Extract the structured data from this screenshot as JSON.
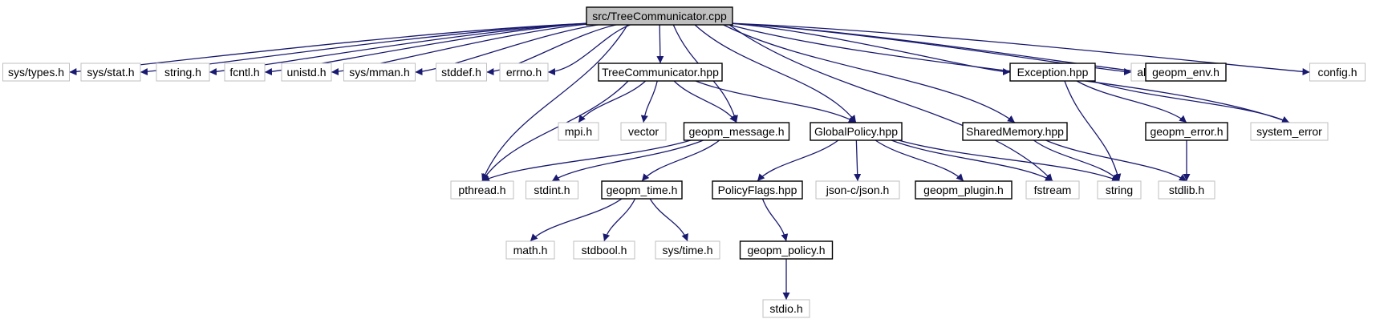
{
  "nodes": {
    "root": {
      "label": "src/TreeCommunicator.cpp",
      "style": "root"
    },
    "sys_types": {
      "label": "sys/types.h",
      "style": "external"
    },
    "sys_stat": {
      "label": "sys/stat.h",
      "style": "external"
    },
    "string_h": {
      "label": "string.h",
      "style": "external"
    },
    "fcntl": {
      "label": "fcntl.h",
      "style": "external"
    },
    "unistd": {
      "label": "unistd.h",
      "style": "external"
    },
    "sys_mman": {
      "label": "sys/mman.h",
      "style": "external"
    },
    "stddef": {
      "label": "stddef.h",
      "style": "external"
    },
    "errno": {
      "label": "errno.h",
      "style": "external"
    },
    "tree_hpp": {
      "label": "TreeCommunicator.hpp",
      "style": "project"
    },
    "exception_hpp": {
      "label": "Exception.hpp",
      "style": "project"
    },
    "algorithm": {
      "label": "algorithm",
      "style": "external"
    },
    "geopm_env": {
      "label": "geopm_env.h",
      "style": "project"
    },
    "config": {
      "label": "config.h",
      "style": "external"
    },
    "mpi": {
      "label": "mpi.h",
      "style": "external"
    },
    "vector": {
      "label": "vector",
      "style": "external"
    },
    "geopm_message": {
      "label": "geopm_message.h",
      "style": "project"
    },
    "global_policy": {
      "label": "GlobalPolicy.hpp",
      "style": "project"
    },
    "shared_memory": {
      "label": "SharedMemory.hpp",
      "style": "project"
    },
    "geopm_error": {
      "label": "geopm_error.h",
      "style": "project"
    },
    "system_error": {
      "label": "system_error",
      "style": "external"
    },
    "pthread": {
      "label": "pthread.h",
      "style": "external"
    },
    "stdint": {
      "label": "stdint.h",
      "style": "external"
    },
    "geopm_time": {
      "label": "geopm_time.h",
      "style": "project"
    },
    "policy_flags": {
      "label": "PolicyFlags.hpp",
      "style": "project"
    },
    "json": {
      "label": "json-c/json.h",
      "style": "external"
    },
    "geopm_plugin": {
      "label": "geopm_plugin.h",
      "style": "project"
    },
    "fstream": {
      "label": "fstream",
      "style": "external"
    },
    "string": {
      "label": "string",
      "style": "external"
    },
    "stdlib": {
      "label": "stdlib.h",
      "style": "external"
    },
    "math": {
      "label": "math.h",
      "style": "external"
    },
    "stdbool": {
      "label": "stdbool.h",
      "style": "external"
    },
    "sys_time": {
      "label": "sys/time.h",
      "style": "external"
    },
    "geopm_policy": {
      "label": "geopm_policy.h",
      "style": "project"
    },
    "stdio": {
      "label": "stdio.h",
      "style": "external"
    }
  },
  "edges": [
    {
      "from": "root",
      "to": "sys_types"
    },
    {
      "from": "root",
      "to": "sys_stat"
    },
    {
      "from": "root",
      "to": "string_h"
    },
    {
      "from": "root",
      "to": "fcntl"
    },
    {
      "from": "root",
      "to": "unistd"
    },
    {
      "from": "root",
      "to": "sys_mman"
    },
    {
      "from": "root",
      "to": "stddef"
    },
    {
      "from": "root",
      "to": "errno"
    },
    {
      "from": "root",
      "to": "tree_hpp"
    },
    {
      "from": "root",
      "to": "pthread"
    },
    {
      "from": "root",
      "to": "geopm_message"
    },
    {
      "from": "root",
      "to": "global_policy"
    },
    {
      "from": "root",
      "to": "fstream"
    },
    {
      "from": "root",
      "to": "shared_memory"
    },
    {
      "from": "root",
      "to": "exception_hpp"
    },
    {
      "from": "root",
      "to": "system_error"
    },
    {
      "from": "root",
      "to": "algorithm"
    },
    {
      "from": "root",
      "to": "geopm_env"
    },
    {
      "from": "root",
      "to": "config"
    },
    {
      "from": "tree_hpp",
      "to": "pthread"
    },
    {
      "from": "tree_hpp",
      "to": "mpi"
    },
    {
      "from": "tree_hpp",
      "to": "vector"
    },
    {
      "from": "tree_hpp",
      "to": "geopm_message"
    },
    {
      "from": "tree_hpp",
      "to": "global_policy"
    },
    {
      "from": "geopm_message",
      "to": "pthread"
    },
    {
      "from": "geopm_message",
      "to": "stdint"
    },
    {
      "from": "geopm_message",
      "to": "geopm_time"
    },
    {
      "from": "geopm_time",
      "to": "math"
    },
    {
      "from": "geopm_time",
      "to": "stdbool"
    },
    {
      "from": "geopm_time",
      "to": "sys_time"
    },
    {
      "from": "global_policy",
      "to": "policy_flags"
    },
    {
      "from": "global_policy",
      "to": "json"
    },
    {
      "from": "global_policy",
      "to": "geopm_plugin"
    },
    {
      "from": "global_policy",
      "to": "fstream"
    },
    {
      "from": "global_policy",
      "to": "string"
    },
    {
      "from": "policy_flags",
      "to": "geopm_policy"
    },
    {
      "from": "geopm_policy",
      "to": "stdio"
    },
    {
      "from": "shared_memory",
      "to": "string"
    },
    {
      "from": "shared_memory",
      "to": "stdlib"
    },
    {
      "from": "exception_hpp",
      "to": "string"
    },
    {
      "from": "exception_hpp",
      "to": "geopm_error"
    },
    {
      "from": "exception_hpp",
      "to": "system_error"
    },
    {
      "from": "geopm_error",
      "to": "stdlib"
    }
  ],
  "colors": {
    "edge": "#191970",
    "external_border": "#bfbfbf",
    "project_border": "#000000",
    "root_fill": "#bfbfbf",
    "text": "#000000"
  }
}
